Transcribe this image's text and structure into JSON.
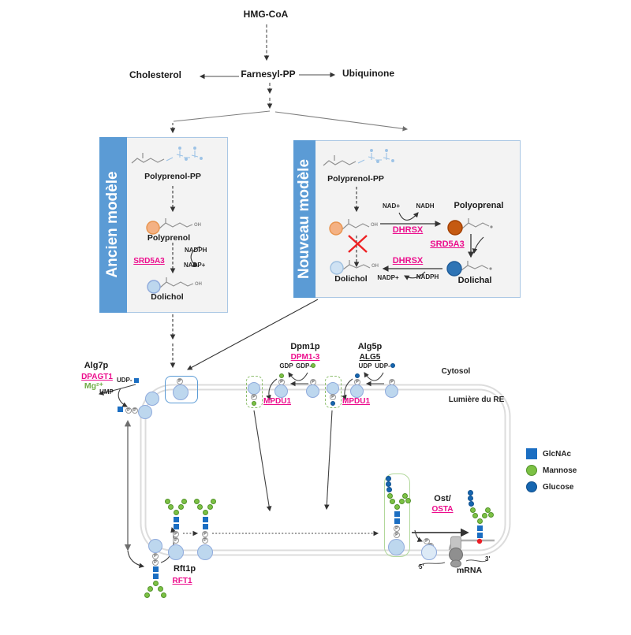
{
  "top": {
    "hmg_coa": "HMG-CoA",
    "cholesterol": "Cholesterol",
    "farnesyl_pp": "Farnesyl-PP",
    "ubiquinone": "Ubiquinone"
  },
  "old_model": {
    "title": "Ancien modèle",
    "polyprenol_pp": "Polyprenol-PP",
    "polyprenol": "Polyprenol",
    "srd5a3": "SRD5A3",
    "nadph": "NADPH",
    "nadp": "NADP+",
    "dolichol": "Dolichol"
  },
  "new_model": {
    "title": "Nouveau modèle",
    "polyprenol_pp": "Polyprenol-PP",
    "nad": "NAD+",
    "nadh": "NADH",
    "dhrsx": "DHRSX",
    "polyoprenal": "Polyoprenal",
    "srd5a3": "SRD5A3",
    "dolichal": "Dolichal",
    "dolichol": "Dolichol",
    "nadp": "NADP+",
    "nadph": "NADPH"
  },
  "er": {
    "cytosol": "Cytosol",
    "lumen": "Lumière du RE"
  },
  "glyco": {
    "alg7p": "Alg7p",
    "dpagt1": "DPAGT1",
    "mg": "Mg²⁺",
    "ump": "UMP",
    "udp_minus": "UDP-",
    "dpm1p": "Dpm1p",
    "dpm1_3": "DPM1-3",
    "gdp": "GDP",
    "gdp_minus": "GDP-",
    "mpdu1": "MPDU1",
    "alg5p": "Alg5p",
    "alg5": "ALG5",
    "udp": "UDP",
    "rft1p": "Rft1p",
    "rft1": "RFT1",
    "ost": "Ost/",
    "osta": "OSTA"
  },
  "mrna": {
    "five_prime": "5'",
    "three_prime": "3'",
    "label": "mRNA"
  },
  "legend": {
    "items": [
      {
        "icon": "glcnac-square",
        "label": "GlcNAc",
        "color": "#1b6ec2"
      },
      {
        "icon": "mannose-circle",
        "label": "Mannose",
        "color": "#7cc144"
      },
      {
        "icon": "glucose-circle",
        "label": "Glucose",
        "color": "#1666b0"
      }
    ]
  },
  "glyphs": {
    "p": "P",
    "oh": "OH"
  },
  "colors": {
    "accent_blue": "#5b9bd5",
    "gene_magenta": "#ec0c8c",
    "cofactor_green": "#70ad47",
    "membrane_gray": "#dcdcdc",
    "polyprenol_orange": "#f4b183",
    "polyoprenal_dark_orange": "#c55a11",
    "dolichal_dark_blue": "#2e74b5",
    "dolichol_light_blue": "#bdd7ee",
    "red_cross": "#ee2224"
  }
}
